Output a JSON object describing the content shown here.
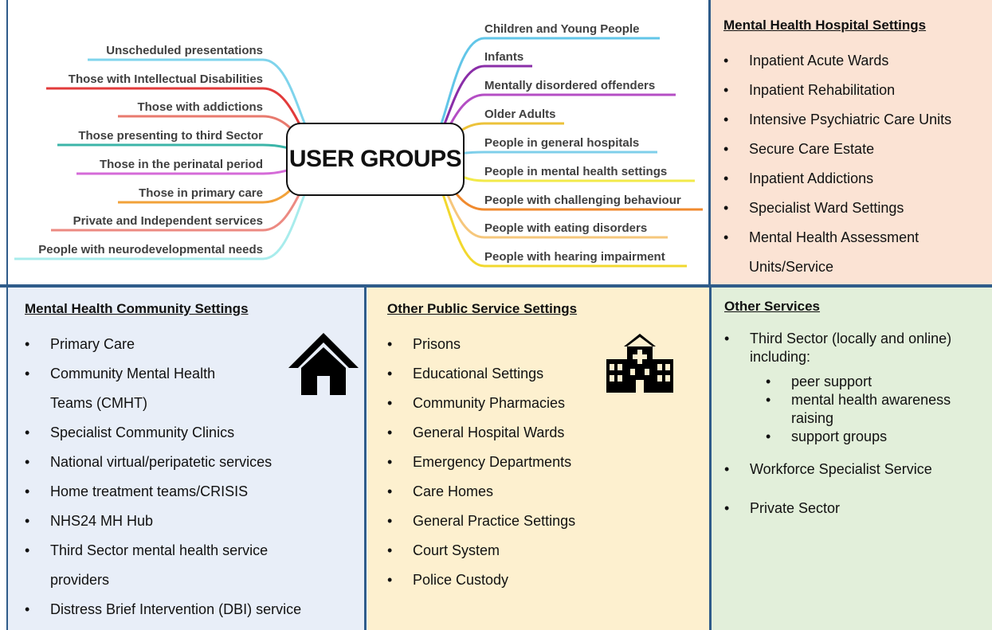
{
  "mindmap": {
    "center": "USER GROUPS",
    "left_branches": [
      {
        "label": "Unscheduled presentations",
        "color": "#7fd4ec"
      },
      {
        "label": "Those with Intellectual Disabilities",
        "color": "#e23b3b"
      },
      {
        "label": "Those with addictions",
        "color": "#e87a6e"
      },
      {
        "label": "Those presenting to third Sector",
        "color": "#3bb5a8"
      },
      {
        "label": "Those in the perinatal period",
        "color": "#d56bd8"
      },
      {
        "label": "Those in primary care",
        "color": "#f2a23a"
      },
      {
        "label": "Private and Independent services",
        "color": "#ec8a82"
      },
      {
        "label": "People with neurodevelopmental needs",
        "color": "#a8ecec"
      }
    ],
    "right_branches": [
      {
        "label": "Children and Young People",
        "color": "#62c6e8"
      },
      {
        "label": "Infants",
        "color": "#8a2ea8"
      },
      {
        "label": "Mentally disordered offenders",
        "color": "#b44ec4"
      },
      {
        "label": "Older Adults",
        "color": "#ecc23a"
      },
      {
        "label": "People in general hospitals",
        "color": "#7fcfea"
      },
      {
        "label": "People in mental health settings",
        "color": "#f2ea4a"
      },
      {
        "label": "People with challenging behaviour",
        "color": "#f08a2e"
      },
      {
        "label": "People with eating disorders",
        "color": "#f6c77c"
      },
      {
        "label": "People with hearing impairment",
        "color": "#f2d82e"
      }
    ]
  },
  "hospital": {
    "title": "Mental Health Hospital Settings",
    "items": [
      "Inpatient Acute Wards",
      "Inpatient Rehabilitation",
      "Intensive Psychiatric Care Units",
      "Secure Care Estate",
      "Inpatient Addictions",
      "Specialist Ward Settings",
      "Mental Health Assessment Units/Service"
    ]
  },
  "community": {
    "title": "Mental Health Community Settings",
    "items": [
      "Primary Care",
      "Community Mental Health Teams (CMHT)",
      "Specialist Community Clinics",
      "National virtual/peripatetic services",
      "Home treatment teams/CRISIS",
      "NHS24 MH Hub",
      "Third Sector mental health service providers",
      "Distress Brief Intervention (DBI) service"
    ],
    "icon": "house-icon"
  },
  "public": {
    "title": "Other Public Service Settings",
    "items": [
      "Prisons",
      "Educational Settings",
      "Community Pharmacies",
      "General Hospital Wards",
      "Emergency Departments",
      "Care Homes",
      "General Practice Settings",
      "Court System",
      "Police Custody"
    ],
    "icon": "hospital-building-icon"
  },
  "other": {
    "title": "Other Services",
    "third_sector": "Third Sector (locally and online) including:",
    "sub_items": [
      "peer support",
      "mental health awareness raising",
      "support groups"
    ],
    "workforce": "Workforce Specialist Service",
    "private": "Private Sector"
  }
}
